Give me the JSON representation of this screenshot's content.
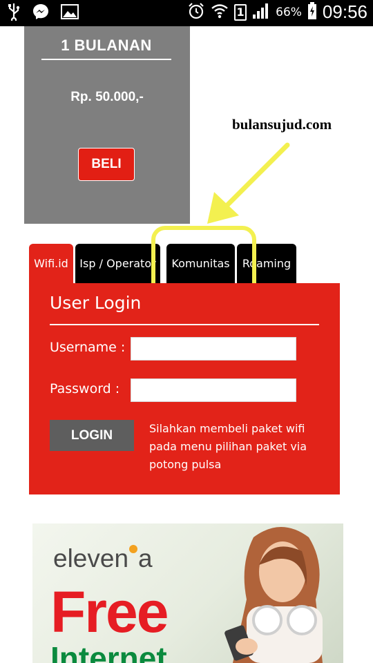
{
  "status_bar": {
    "battery_percent": "66%",
    "time": "09:56",
    "sim_slot": "1",
    "icons": [
      "usb-icon",
      "messenger-icon",
      "gallery-icon",
      "alarm-icon",
      "wifi-icon",
      "sim-icon",
      "signal-icon",
      "battery-charging-icon"
    ]
  },
  "package": {
    "title": "1 BULANAN",
    "price": "Rp. 50.000,-",
    "buy_label": "BELI",
    "colors": {
      "card": "#7f7f7f",
      "button": "#e21f14"
    }
  },
  "annotation": {
    "watermark": "bulansujud.com",
    "highlight_color": "#f3f050"
  },
  "tabs": [
    {
      "label": "Wifi.id",
      "active": true
    },
    {
      "label": "Isp / Operator",
      "active": false
    },
    {
      "label": "Komunitas",
      "active": false
    },
    {
      "label": "Roaming",
      "active": false
    }
  ],
  "login": {
    "title": "User Login",
    "username_label": "Username :",
    "username_value": "",
    "password_label": "Password :",
    "password_value": "",
    "button_label": "LOGIN",
    "note": "Silahkan membeli paket wifi pada menu pilihan paket via potong pulsa",
    "colors": {
      "panel": "#e22319",
      "button": "#5e5e5e"
    }
  },
  "banner": {
    "logo_text_start": "eleven",
    "logo_text_end": "a",
    "headline": "Free",
    "subheadline": "Internet"
  }
}
